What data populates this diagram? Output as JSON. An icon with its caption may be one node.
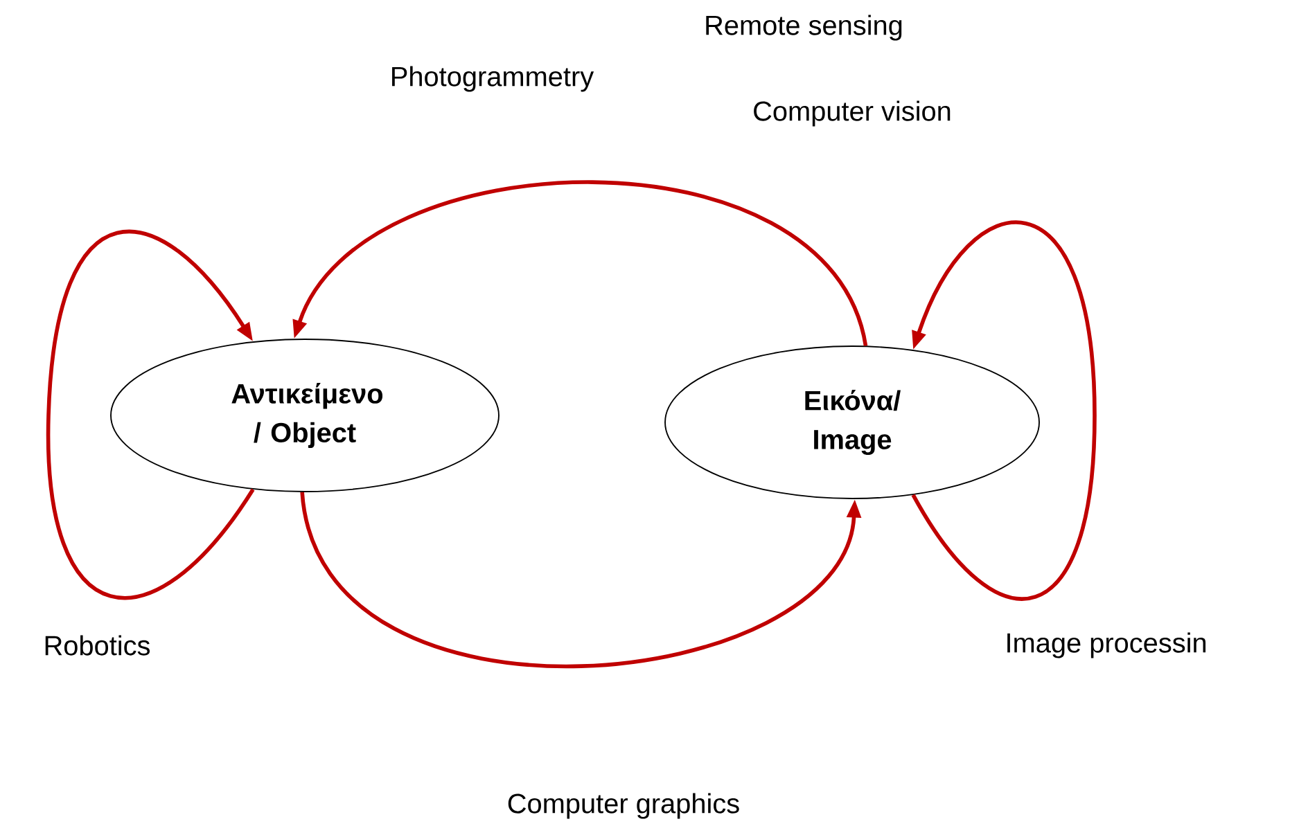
{
  "diagram": {
    "nodes": [
      {
        "text": [
          "Αντικείμενο / Object"
        ]
      },
      {
        "text": [
          "Εικόνα/ Image"
        ]
      }
    ],
    "edges": [
      {
        "from": 0,
        "to": 0,
        "arrow": "to"
      },
      {
        "from": 1,
        "to": 0,
        "arrow": "to"
      },
      {
        "from": 0,
        "to": 1,
        "arrow": "to"
      },
      {
        "from": 1,
        "to": 1,
        "arrow": "to"
      }
    ],
    "labels": [
      "Remote sensing",
      "Photogrammetry",
      "Computer vision",
      "Robotics",
      "Image processin",
      "Computer graphics"
    ]
  }
}
